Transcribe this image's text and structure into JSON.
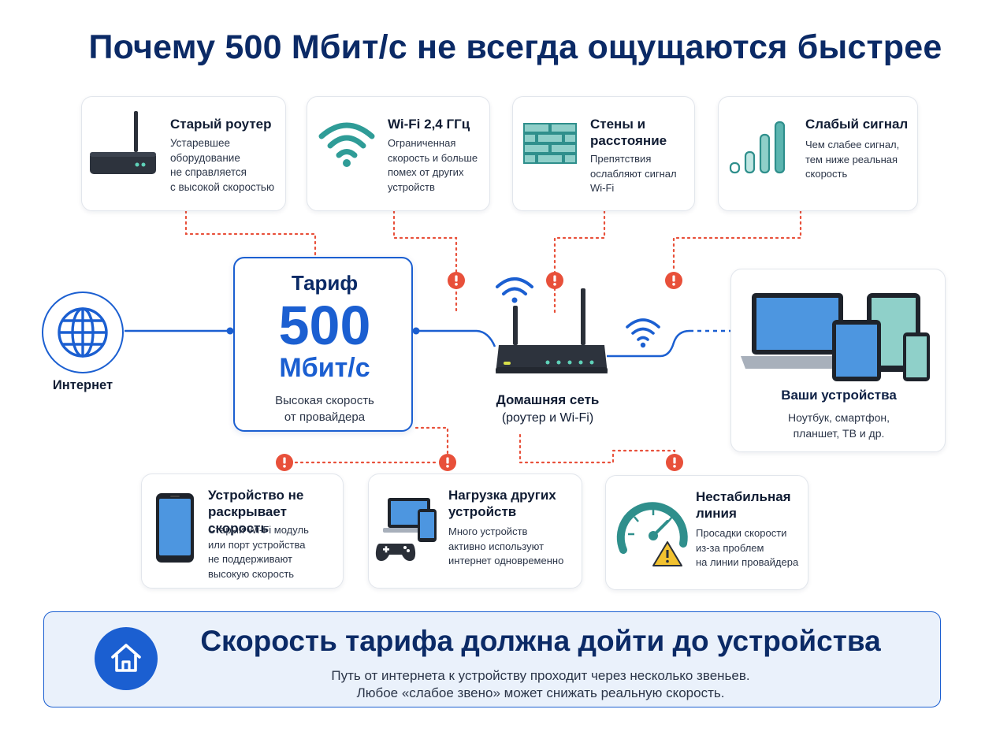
{
  "title": "Почему 500 Мбит/с не всегда ощущаются быстрее",
  "top_cards": [
    {
      "icon": "router-icon",
      "title": "Старый роутер",
      "lines": [
        "Устаревшее",
        "оборудование",
        "не справляется",
        "с высокой скоростью"
      ]
    },
    {
      "icon": "wifi-icon",
      "title": "Wi-Fi 2,4 ГГц",
      "lines": [
        "Ограниченная",
        "скорость и больше",
        "помех от других",
        "устройств"
      ]
    },
    {
      "icon": "brick-wall-icon",
      "title_lines": [
        "Стены и",
        "расстояние"
      ],
      "lines": [
        "Препятствия",
        "ослабляют сигнал",
        "Wi-Fi"
      ]
    },
    {
      "icon": "signal-bars-icon",
      "title": "Слабый сигнал",
      "lines": [
        "Чем слабее сигнал,",
        "тем ниже реальная",
        "скорость"
      ]
    }
  ],
  "internet": {
    "label": "Интернет",
    "icon": "globe-icon"
  },
  "tariff": {
    "heading": "Тариф",
    "value": "500",
    "unit": "Мбит/с",
    "lines": [
      "Высокая скорость",
      "от провайдера"
    ]
  },
  "home_network": {
    "label": "Домашняя сеть",
    "sub": "(роутер и Wi-Fi)",
    "icon": "router-icon"
  },
  "devices": {
    "title": "Ваши устройства",
    "lines": [
      "Ноутбук, смартфон,",
      "планшет, ТВ и др."
    ],
    "icon": "devices-icon"
  },
  "bottom_cards": [
    {
      "icon": "smartphone-icon",
      "title_lines": [
        "Устройство не",
        "раскрывает скорость"
      ],
      "lines": [
        "Старый Wi-Fi модуль",
        "или порт устройства",
        "не поддерживают",
        "высокую скорость"
      ]
    },
    {
      "icon": "laptop-gamepad-icon",
      "title_lines": [
        "Нагрузка других",
        "устройств"
      ],
      "lines": [
        "Много устройств",
        "активно используют",
        "интернет одновременно"
      ]
    },
    {
      "icon": "speedometer-warning-icon",
      "title_lines": [
        "Нестабильная",
        "линия"
      ],
      "lines": [
        "Просадки скорости",
        "из-за проблем",
        "на линии провайдера"
      ]
    }
  ],
  "banner": {
    "heading": "Скорость тарифа должна дойти до устройства",
    "lines": [
      "Путь от интернета к устройству проходит через несколько звеньев.",
      "Любое «слабое звено» может снижать реальную скорость."
    ],
    "icon": "home-icon"
  },
  "colors": {
    "primary": "#1b5fd1",
    "dark_blue": "#0b2a66",
    "alert": "#e8503a",
    "teal": "#2f8f8c",
    "teal_light": "#9fd5d1"
  }
}
